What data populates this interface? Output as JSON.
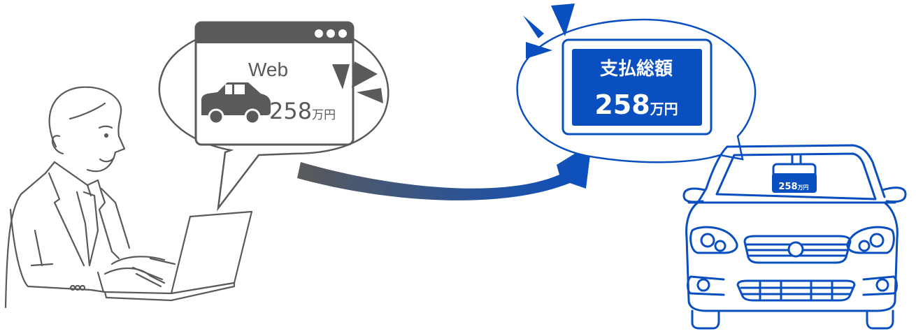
{
  "colors": {
    "gray": "#5a5a5a",
    "blue": "#0a4fc0",
    "white": "#ffffff"
  },
  "left_bubble": {
    "browser_window": {
      "title": "Web",
      "window_dots": 3,
      "icon": "car-icon",
      "price_number": "258",
      "price_unit": "万円"
    }
  },
  "arrow": {
    "direction": "left-to-right",
    "gradient_from": "#5a5a5a",
    "gradient_to": "#0a4fc0"
  },
  "right_bubble": {
    "label": "支払総額",
    "price_number": "258",
    "price_unit": "万円"
  },
  "car_front": {
    "price_tag_number": "258",
    "price_tag_unit": "万円"
  },
  "figures": {
    "person": "businessman-at-laptop",
    "vehicle": "car-front-view"
  }
}
